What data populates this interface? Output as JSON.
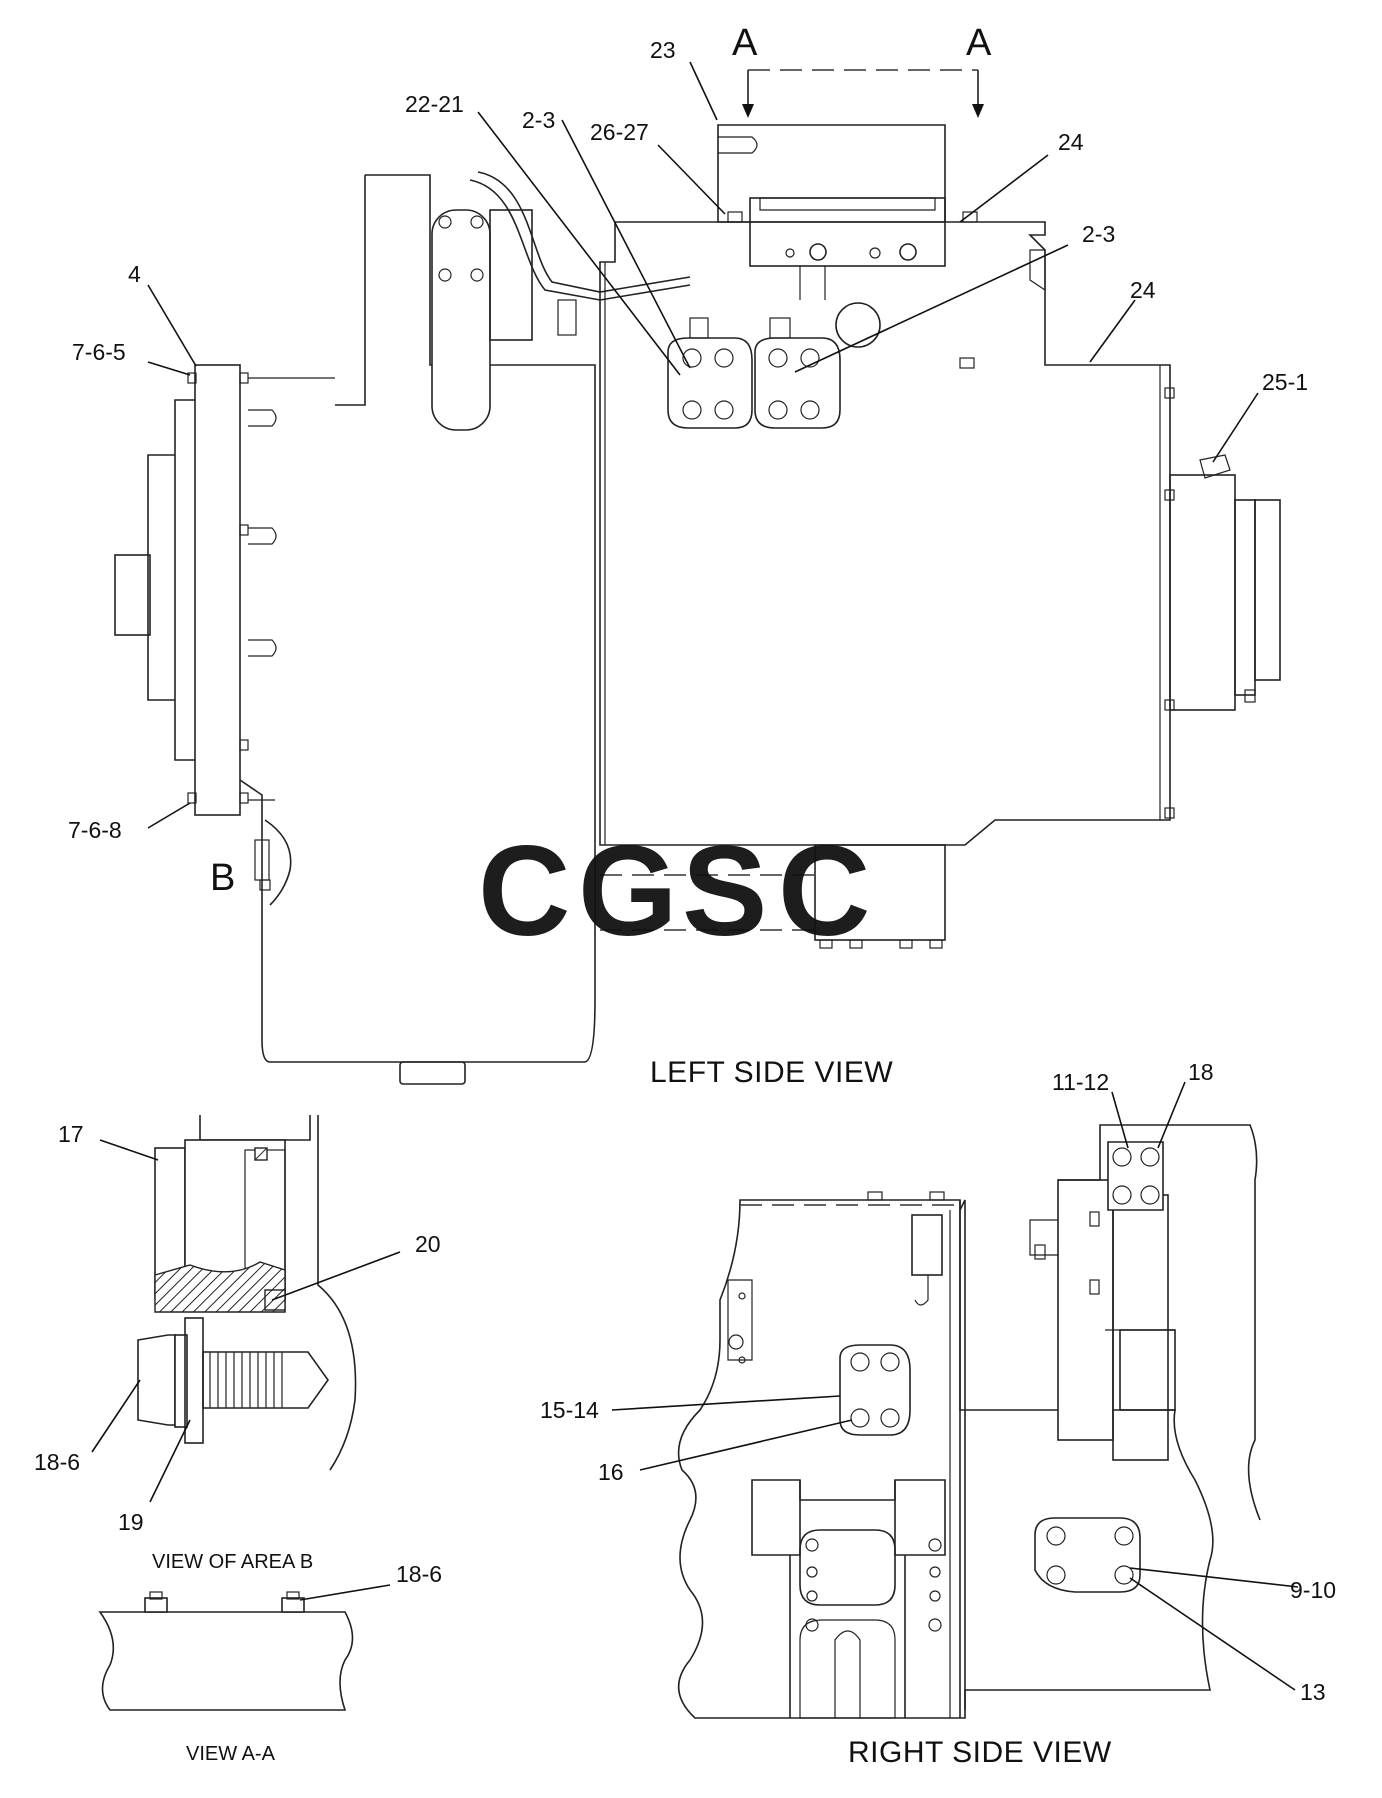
{
  "views": {
    "left_side": "LEFT SIDE VIEW",
    "right_side": "RIGHT SIDE VIEW",
    "area_b": "VIEW OF AREA B",
    "a_a": "VIEW A-A"
  },
  "section_letters": {
    "a_left": "A",
    "a_right": "A",
    "b": "B"
  },
  "watermark": {
    "letters": [
      "C",
      "G",
      "S",
      "C"
    ],
    "colors": [
      "#7fa9f0",
      "#ec8a82",
      "#f7d35a",
      "#74c39a"
    ]
  },
  "callouts": {
    "left": [
      "4",
      "7-6-5",
      "7-6-8",
      "22-21",
      "2-3",
      "26-27",
      "23",
      "24",
      "2-3",
      "24",
      "25-1"
    ],
    "area_b": [
      "17",
      "20",
      "18-6",
      "19"
    ],
    "a_a": [
      "18-6"
    ],
    "right": [
      "11-12",
      "18",
      "15-14",
      "16",
      "9-10",
      "13"
    ]
  }
}
